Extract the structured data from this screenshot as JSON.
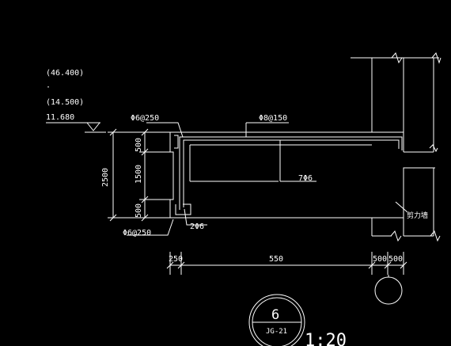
{
  "colors": {
    "background": "#000000",
    "line": "#ffffff"
  },
  "elevations": {
    "top_level": "(46.400)",
    "dots": "·",
    "mid_level": "(14.500)",
    "slab_level": "11.680"
  },
  "rebar_labels": {
    "top_stirrup": "Φ6@250",
    "top_main": "Φ8@150",
    "middle_bars": "7Φ6",
    "bottom_stirrup": "Φ6@250",
    "bottom_bars": "2Φ6"
  },
  "vertical_dims": {
    "total": "2500",
    "top": "500",
    "middle": "1500",
    "bottom": "500"
  },
  "horizontal_dims": {
    "d250": "250",
    "d550": "550",
    "d500a": "500",
    "d500b": "500"
  },
  "wall_label": "剪力墙",
  "detail": {
    "number": "6",
    "sheet": "JG-21",
    "scale": "1:20"
  }
}
